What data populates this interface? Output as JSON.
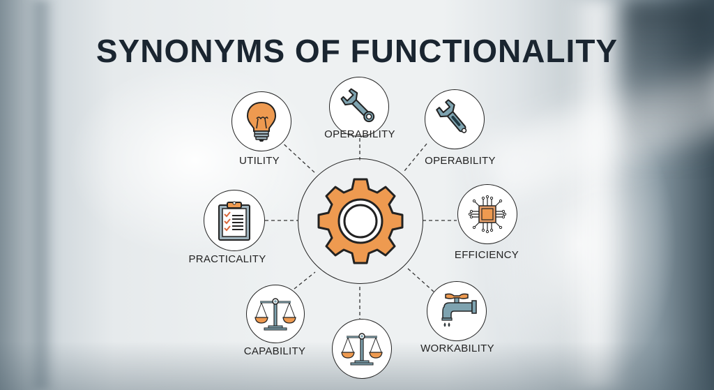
{
  "title": "SYNONYMS OF FUNCTIONALITY",
  "colors": {
    "accent_orange": "#ee9a50",
    "icon_steel": "#7ea3b0",
    "outline": "#222222",
    "title_text": "#1a2530"
  },
  "center": {
    "label": "",
    "icon": "gear-icon"
  },
  "nodes": [
    {
      "id": "utility",
      "label": "UTILITY",
      "icon": "lightbulb-icon"
    },
    {
      "id": "operability-top",
      "label": "OPERABILITY",
      "icon": "wrench-icon"
    },
    {
      "id": "operability-right",
      "label": "OPERABILITY",
      "icon": "wrench-icon"
    },
    {
      "id": "practicality",
      "label": "PRACTICALITY",
      "icon": "clipboard-checklist-icon"
    },
    {
      "id": "efficiency",
      "label": "EFFICIENCY",
      "icon": "microchip-icon"
    },
    {
      "id": "capability",
      "label": "CAPABILITY",
      "icon": "balance-scale-icon"
    },
    {
      "id": "bottom",
      "label": "",
      "icon": "balance-scale-icon"
    },
    {
      "id": "workability",
      "label": "WORKABILITY",
      "icon": "water-faucet-icon"
    }
  ]
}
